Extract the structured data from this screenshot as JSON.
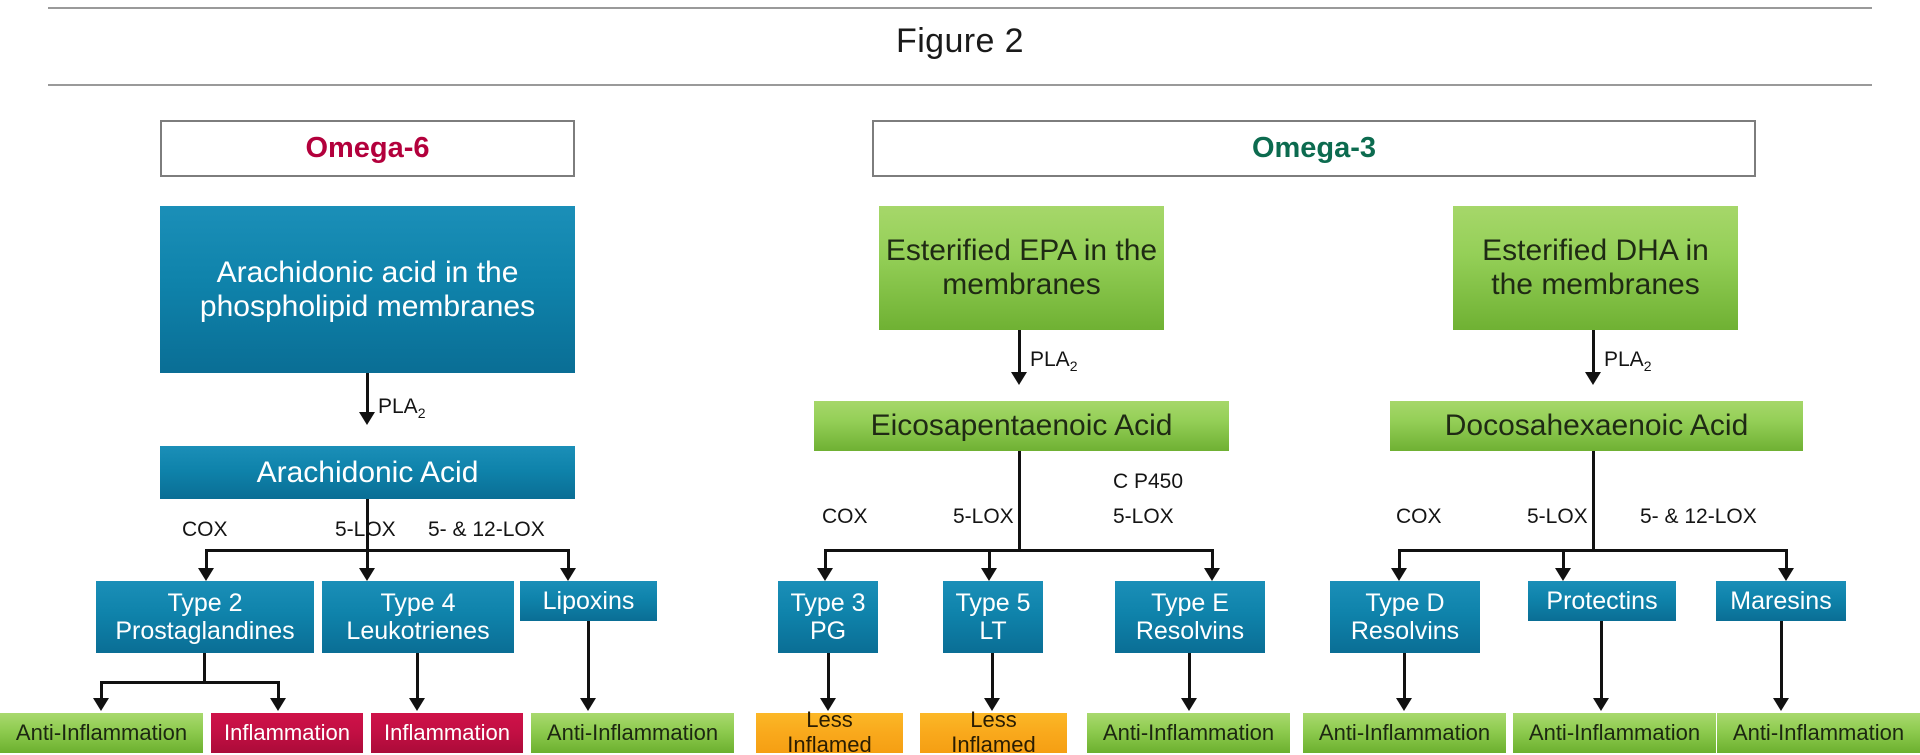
{
  "figure": {
    "title": "Figure 2"
  },
  "families": [
    {
      "id": "omega6",
      "label": "Omega-6",
      "color": "#b3003c"
    },
    {
      "id": "omega3",
      "label": "Omega-3",
      "color": "#0c6b4f"
    }
  ],
  "colors": {
    "teal": "#0f83ab",
    "green": "#8ecb4f",
    "crimson": "#c20f43",
    "orange": "#f9a91c",
    "header_border": "#7d7d7d",
    "rule": "#9a9a9a",
    "connector": "#111111"
  },
  "branches": [
    {
      "id": "arachidonic",
      "source": {
        "label": "Arachidonic acid in the phospholipid membranes",
        "style": "teal"
      },
      "enzyme_to_acid": "PLA",
      "enzyme_to_acid_sub": "2",
      "acid": {
        "label": "Arachidonic Acid",
        "style": "teal"
      },
      "enzymes": [
        "COX",
        "5-LOX",
        "5- & 12-LOX"
      ],
      "enzymes_upper": [
        "",
        "",
        ""
      ],
      "products": [
        {
          "line1": "Type 2",
          "line2": "Prostaglandines",
          "style": "teal"
        },
        {
          "line1": "Type 4",
          "line2": "Leukotrienes",
          "style": "teal"
        },
        {
          "line1": "Lipoxins",
          "line2": "",
          "style": "teal"
        }
      ],
      "outcomes": [
        {
          "label": "Anti-Inflammation",
          "style": "green-out"
        },
        {
          "label": "Inflammation",
          "style": "crimson"
        },
        {
          "label": "Inflammation",
          "style": "crimson"
        },
        {
          "label": "Anti-Inflammation",
          "style": "green-out"
        }
      ]
    },
    {
      "id": "epa",
      "source": {
        "label": "Esterified EPA in the membranes",
        "style": "green"
      },
      "enzyme_to_acid": "PLA",
      "enzyme_to_acid_sub": "2",
      "acid": {
        "label": "Eicosapentaenoic Acid",
        "style": "green"
      },
      "enzymes": [
        "COX",
        "5-LOX",
        "5-LOX"
      ],
      "enzymes_upper": [
        "",
        "",
        "C P450"
      ],
      "products": [
        {
          "line1": "Type 3",
          "line2": "PG",
          "style": "teal"
        },
        {
          "line1": "Type 5",
          "line2": "LT",
          "style": "teal"
        },
        {
          "line1": "Type E",
          "line2": "Resolvins",
          "style": "teal"
        }
      ],
      "outcomes": [
        {
          "label": "Less Inflamed",
          "style": "orange"
        },
        {
          "label": "Less Inflamed",
          "style": "orange"
        },
        {
          "label": "Anti-Inflammation",
          "style": "green-out"
        }
      ]
    },
    {
      "id": "dha",
      "source": {
        "label": "Esterified DHA in the membranes",
        "style": "green"
      },
      "enzyme_to_acid": "PLA",
      "enzyme_to_acid_sub": "2",
      "acid": {
        "label": "Docosahexaenoic Acid",
        "style": "green"
      },
      "enzymes": [
        "COX",
        "5-LOX",
        "5- & 12-LOX"
      ],
      "enzymes_upper": [
        "",
        "",
        ""
      ],
      "products": [
        {
          "line1": "Type D",
          "line2": "Resolvins",
          "style": "teal"
        },
        {
          "line1": "Protectins",
          "line2": "",
          "style": "teal"
        },
        {
          "line1": "Maresins",
          "line2": "",
          "style": "teal"
        }
      ],
      "outcomes": [
        {
          "label": "Anti-Inflammation",
          "style": "green-out"
        },
        {
          "label": "Anti-Inflammation",
          "style": "green-out"
        },
        {
          "label": "Anti-Inflammation",
          "style": "green-out"
        }
      ]
    }
  ]
}
